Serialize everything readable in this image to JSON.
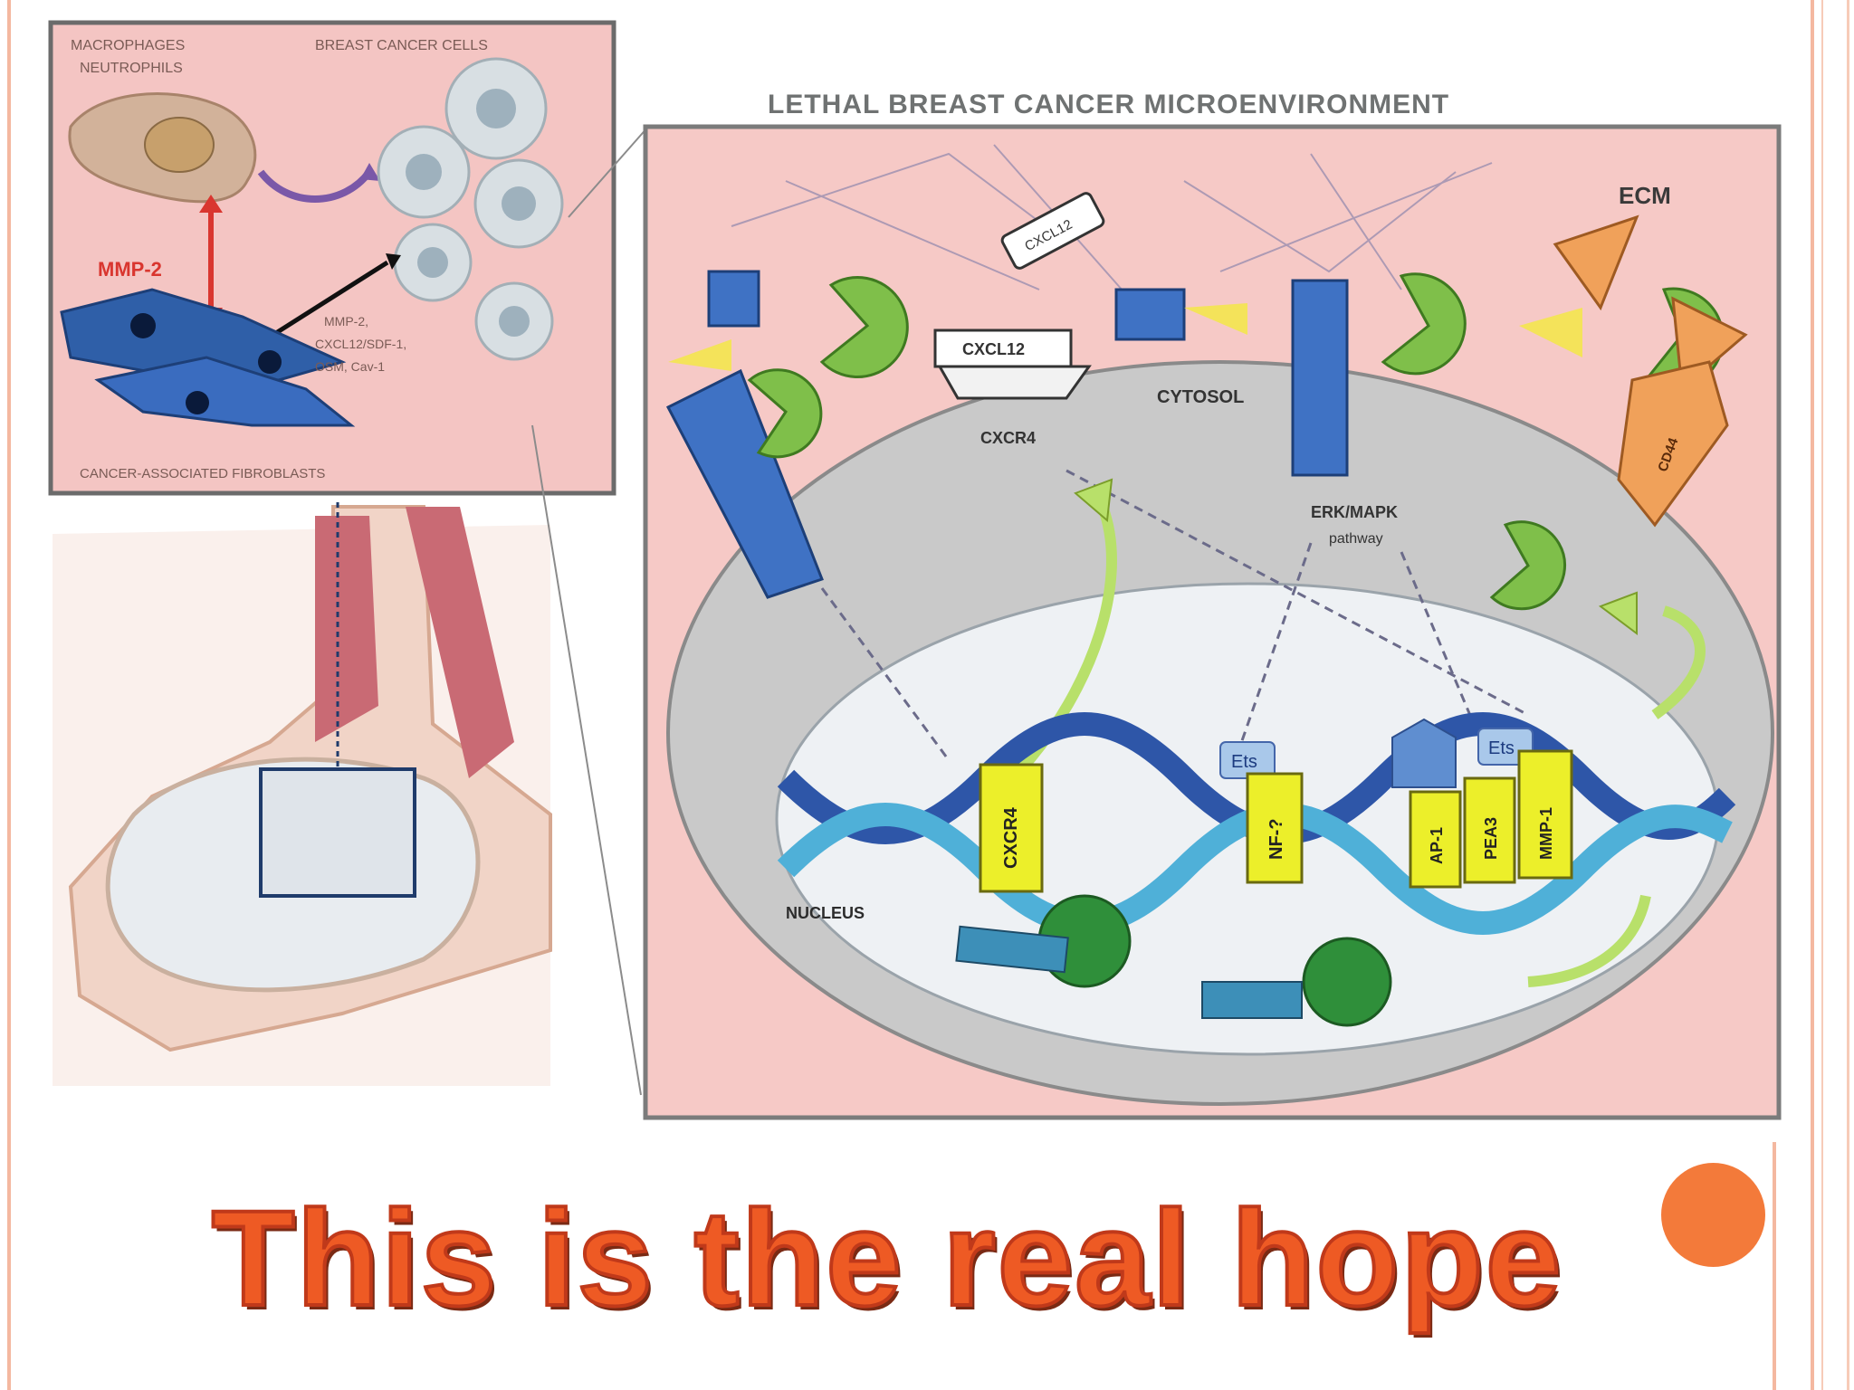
{
  "diagram": {
    "top_left_panel": {
      "label_macrophages": "MACROPHAGES",
      "label_neutrophils": "NEUTROPHILS",
      "label_breast_cancer_cells": "BREAST CANCER CELLS",
      "label_mmp": "MMP-2",
      "label_caf": "CANCER-ASSOCIATED FIBROBLASTS"
    },
    "microenvironment": {
      "title": "LETHAL BREAST CANCER MICROENVIRONMENT",
      "label_ecm": "ECM",
      "label_cytosol": "CYTOSOL",
      "label_nucleus": "NUCLEUS",
      "label_cxcl12": "CXCL12",
      "label_cxcr4": "CXCR4",
      "label_erk": "ERK/MAPK",
      "label_pathway": "pathway",
      "label_ets_1": "Ets",
      "label_ets_2": "Ets",
      "label_ecm_protein": "CD44",
      "gene_boxes": [
        "CXCR4",
        "NF-?",
        "AP-1",
        "PEA3",
        "MMP-1"
      ]
    }
  },
  "headline": {
    "text": "This is the real hope"
  },
  "colors": {
    "accent": "#f37a3a",
    "headline": "#ee5a24",
    "border_stripe": "#f4b8a0",
    "panel_pink": "#f6c9c6",
    "cell_gray": "#c9c9c9",
    "nucleus": "#eef1f4",
    "receptor_blue": "#3f72c4",
    "ligand_green": "#7fbf4a",
    "gene_yellow": "#ecef2a"
  }
}
